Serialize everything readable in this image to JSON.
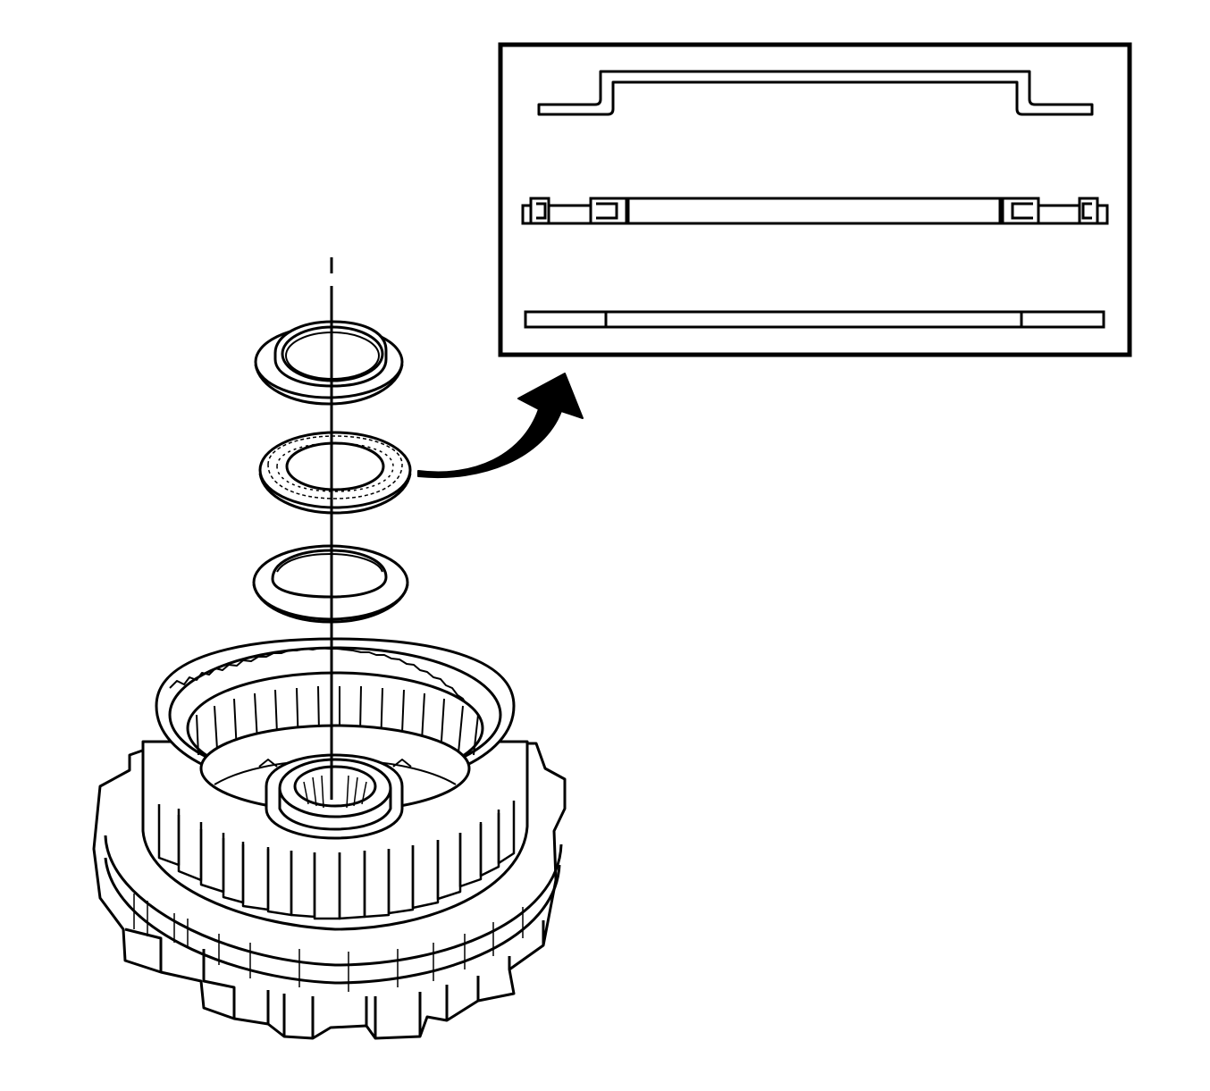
{
  "diagram": {
    "style": "line-art",
    "colors": {
      "ink": "#000000",
      "paper": "#ffffff"
    },
    "parts": [
      "drum-assembly",
      "upper-thrust-washer",
      "needle-thrust-bearing",
      "lower-thrust-washer",
      "assembly-axis-line"
    ],
    "callout": {
      "target": "needle-thrust-bearing",
      "arrow": "curved-arrow-icon",
      "detail_views": [
        "upper-race-cross-section",
        "bearing-cage-cross-section",
        "lower-race-cross-section"
      ]
    }
  }
}
